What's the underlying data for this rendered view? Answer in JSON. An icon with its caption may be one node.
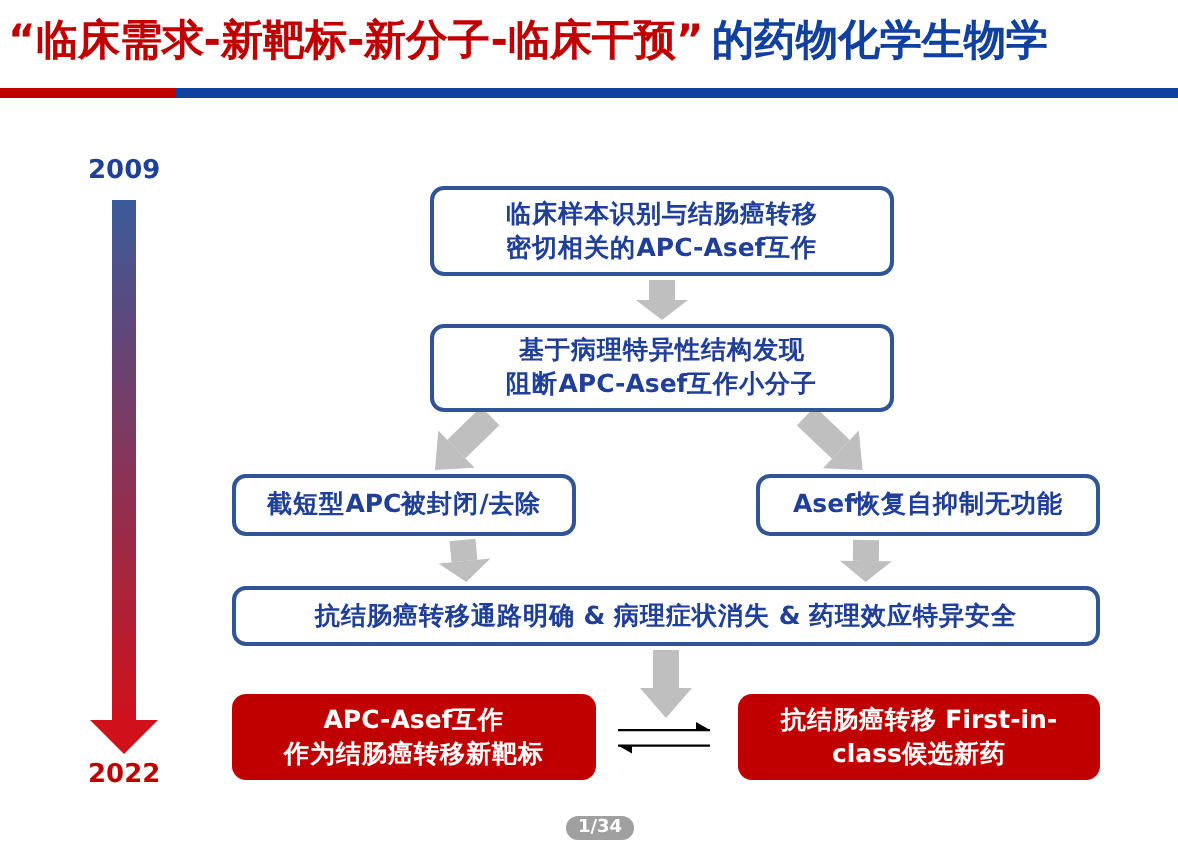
{
  "diagram": {
    "title": "“临床需求-新靶标-新分子-临床干预”",
    "nodes": [
      {
        "text": [
          "临床样本识别与结肠癌转移密切相关的APC-Asef互作"
        ]
      },
      {
        "text": [
          "基于病理特异性结构发现阻断APC-Asef互作小分子"
        ]
      },
      {
        "text": [
          "截短型APC被封闭/去除"
        ]
      },
      {
        "text": [
          "Asef恢复自抑制无功能"
        ]
      },
      {
        "text": [
          "抗结肠癌转移通路明确 & 病理症状消失 & 药理效应特异安全"
        ]
      },
      {
        "text": [
          "APC-Asef互作作为结肠癌转移新靶标"
        ]
      },
      {
        "text": [
          "抗结肠癌转移 First-in-class候选新药"
        ]
      }
    ],
    "edges": [
      {
        "from": 0,
        "to": 1,
        "arrow": "to"
      },
      {
        "from": 1,
        "to": 2,
        "arrow": "to"
      },
      {
        "from": 1,
        "to": 3,
        "arrow": "to"
      },
      {
        "from": 2,
        "to": 4,
        "arrow": "to"
      },
      {
        "from": 3,
        "to": 4,
        "arrow": "to"
      },
      {
        "from": 4,
        "to": null,
        "arrow": "to"
      },
      {
        "from": 5,
        "to": 6,
        "arrow": "to",
        "color": "#000000"
      },
      {
        "from": 6,
        "to": 5,
        "arrow": "to",
        "color": "#000000"
      }
    ],
    "labels": [
      "的药物化学生物学",
      "2009",
      "2022",
      "1/34"
    ]
  }
}
